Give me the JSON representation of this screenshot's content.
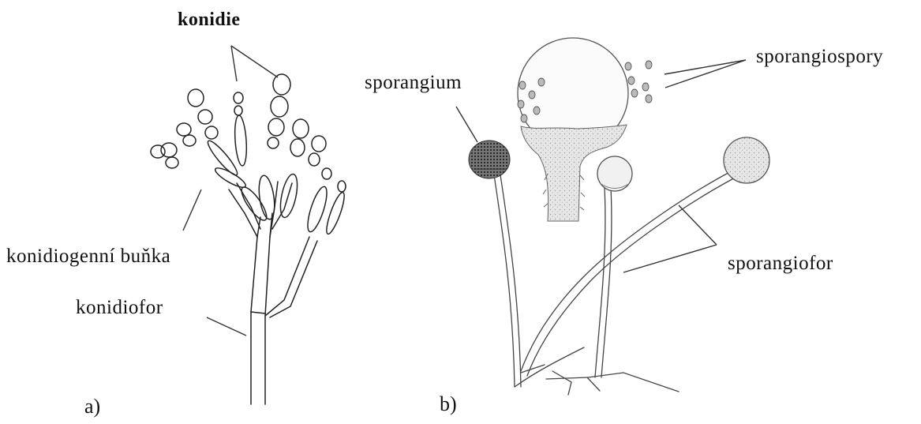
{
  "labels": {
    "konidie": "konidie",
    "konidiogenni_bunka": "konidiogenní buňka",
    "konidiofor": "konidiofor",
    "sporangium": "sporangium",
    "sporangiospory": "sporangiospory",
    "sporangiofor": "sporangiofor"
  },
  "panels": {
    "a": "a)",
    "b": "b)"
  }
}
